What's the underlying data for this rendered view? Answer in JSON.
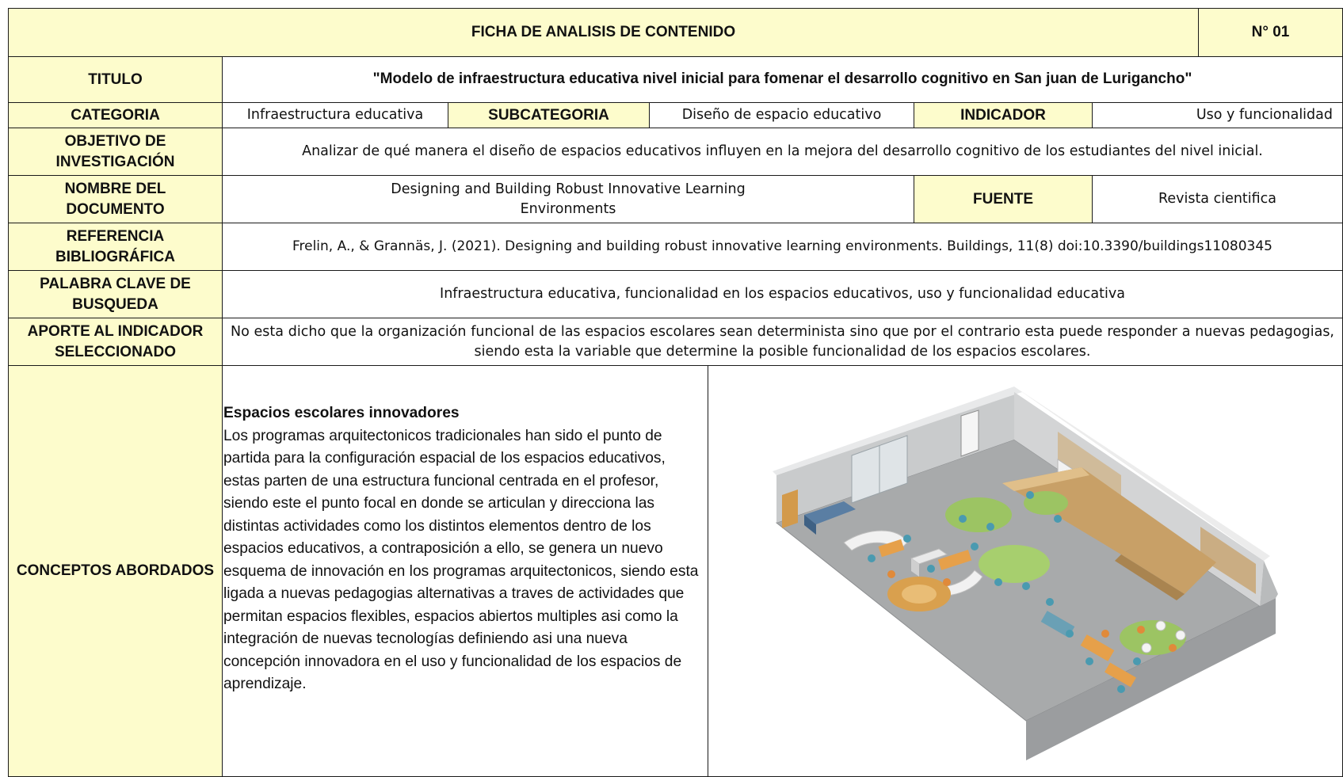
{
  "header": {
    "title": "FICHA DE ANALISIS DE CONTENIDO",
    "number": "N° 01"
  },
  "rows": {
    "titulo": {
      "label": "TITULO",
      "value": "\"Modelo de infraestructura educativa nivel inicial para fomenar el desarrollo cognitivo en San juan de Lurigancho\""
    },
    "categoria": {
      "label": "CATEGORIA",
      "value": "Infraestructura educativa",
      "subcategoria_label": "SUBCATEGORIA",
      "subcategoria_value": "Diseño de espacio educativo",
      "indicador_label": "INDICADOR",
      "indicador_value": "Uso y funcionalidad"
    },
    "objetivo": {
      "label_line1": "OBJETIVO DE",
      "label_line2": "INVESTIGACIÓN",
      "value": "Analizar de qué manera el diseño de espacios educativos influyen en la mejora del desarrollo cognitivo de los estudiantes del nivel inicial."
    },
    "nombre": {
      "label_line1": "NOMBRE DEL",
      "label_line2": "DOCUMENTO",
      "value_line1": "Designing and Building Robust Innovative Learning",
      "value_line2": "Environments",
      "fuente_label": "FUENTE",
      "fuente_value": "Revista cientifica"
    },
    "referencia": {
      "label_line1": "REFERENCIA",
      "label_line2": "BIBLIOGRÁFICA",
      "value": "Frelin, A., & Grannäs, J. (2021). Designing and building robust innovative learning environments. Buildings, 11(8) doi:10.3390/buildings11080345"
    },
    "palabra": {
      "label_line1": "PALABRA CLAVE DE",
      "label_line2": "BUSQUEDA",
      "value": "Infraestructura educativa, funcionalidad en los espacios educativos, uso y funcionalidad educativa"
    },
    "aporte": {
      "label_line1": "APORTE AL INDICADOR",
      "label_line2": "SELECCIONADO",
      "value": "No esta dicho que la organización funcional de las espacios escolares sean determinista sino que por el contrario esta puede responder a nuevas pedagogias, siendo esta la variable que determine la posible funcionalidad de los espacios escolares."
    },
    "conceptos": {
      "label": "CONCEPTOS ABORDADOS",
      "heading": "Espacios escolares innovadores",
      "body": "Los programas arquitectonicos tradicionales han sido el punto de partida para la configuración espacial de los espacios educativos, estas parten de una estructura funcional centrada en el profesor, siendo este el punto focal en donde se articulan y direcciona las distintas actividades como los distintos elementos dentro de los espacios educativos, a contraposición a ello, se genera un nuevo esquema de innovación en los programas arquitectonicos, siendo esta ligada a nuevas pedagogias alternativas a traves de actividades que permitan espacios flexibles, espacios abiertos multiples asi como la integración de nuevas tecnologías definiendo asi una nueva concepción innovadora en el uso y funcionalidad de los espacios de aprendizaje."
    }
  },
  "colors": {
    "highlight": "#fdfccc",
    "border": "#1a1a1a"
  },
  "illustration": {
    "icon": "isometric-classroom-illustration"
  }
}
